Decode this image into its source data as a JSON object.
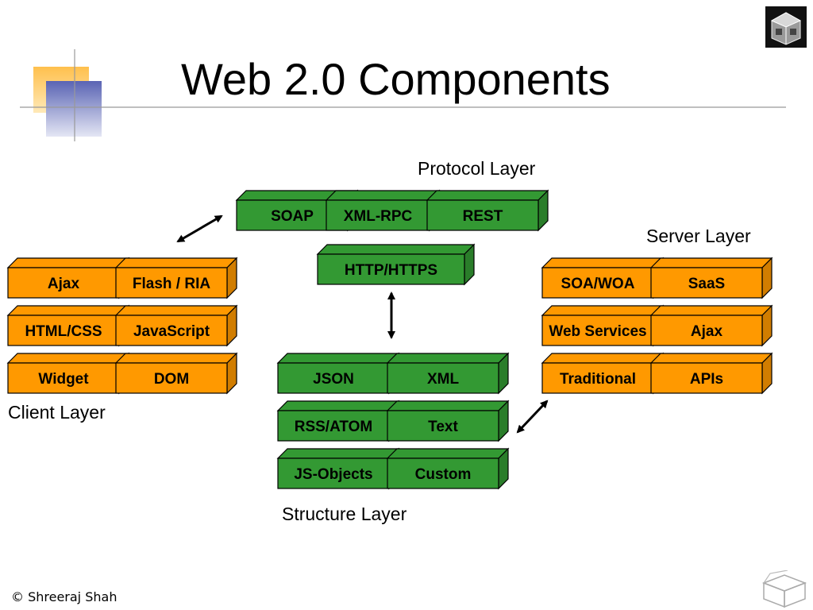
{
  "title": "Web 2.0 Components",
  "footer": "© Shreeraj Shah",
  "colors": {
    "client_server": "#FF9900",
    "protocol_structure": "#339933",
    "outline": "#000000"
  },
  "layers": {
    "protocol": {
      "label": "Protocol Layer",
      "rows": [
        [
          "SOAP",
          "XML-RPC",
          "REST"
        ],
        [
          "HTTP/HTTPS"
        ]
      ]
    },
    "client": {
      "label": "Client Layer",
      "rows": [
        [
          "Ajax",
          "Flash / RIA"
        ],
        [
          "HTML/CSS",
          "JavaScript"
        ],
        [
          "Widget",
          "DOM"
        ]
      ]
    },
    "server": {
      "label": "Server Layer",
      "rows": [
        [
          "SOA/WOA",
          "SaaS"
        ],
        [
          "Web Services",
          "Ajax"
        ],
        [
          "Traditional",
          "APIs"
        ]
      ]
    },
    "structure": {
      "label": "Structure Layer",
      "rows": [
        [
          "JSON",
          "XML"
        ],
        [
          "RSS/ATOM",
          "Text"
        ],
        [
          "JS-Objects",
          "Custom"
        ]
      ]
    }
  },
  "icons": {
    "corner_logo": "cube-logo-icon",
    "bottom_logo": "open-box-outline-icon"
  }
}
